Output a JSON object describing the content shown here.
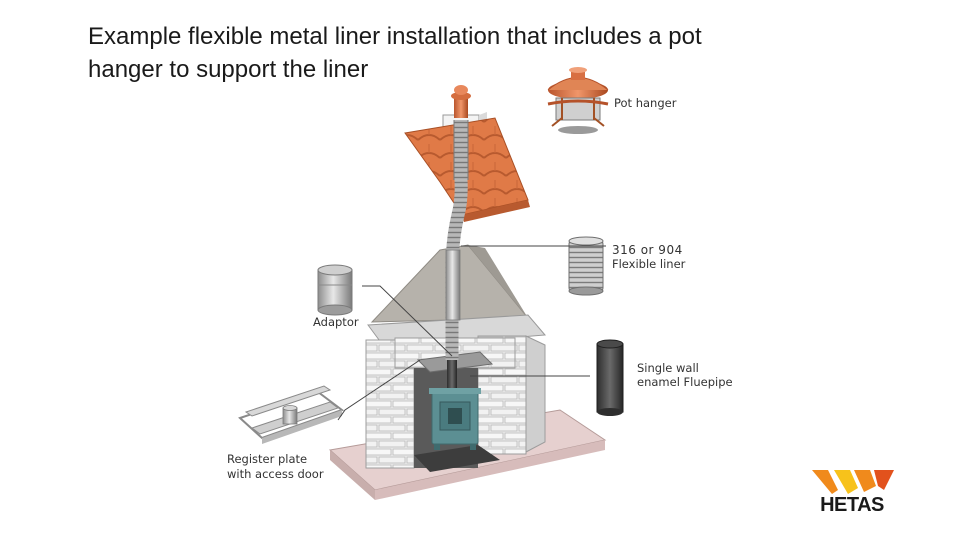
{
  "slide": {
    "title_line1": "Example  flexible metal liner installation that includes a pot",
    "title_line2": "hanger to support the liner"
  },
  "labels": {
    "pot_hanger": "Pot hanger",
    "liner_grade": "316 or 904",
    "flexible_liner": "Flexible liner",
    "adaptor": "Adaptor",
    "single_wall_1": "Single wall",
    "single_wall_2": "enamel Fluepipe",
    "register_1": "Register plate",
    "register_2": "with access door"
  },
  "logo": {
    "text": "HETAS",
    "colors": {
      "orange": "#f08a1c",
      "yellow": "#f7c21b",
      "red": "#e2521d"
    }
  },
  "colors": {
    "tile": "#e07a47",
    "brick": "#e9e9ea",
    "hood": "#b7b3ab",
    "stove": "#5c8f93",
    "hearth": "#e8d2d0",
    "flue": "#4a4a4a"
  }
}
